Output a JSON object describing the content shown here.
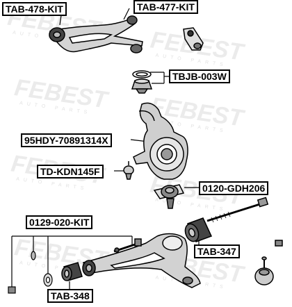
{
  "watermark": {
    "brand": "FEBEST",
    "tagline": "AUTO PARTS"
  },
  "callouts": [
    {
      "id": "tab478",
      "text": "TAB-478-KIT"
    },
    {
      "id": "tab477",
      "text": "TAB-477-KIT"
    },
    {
      "id": "tbjb003w",
      "text": "TBJB-003W"
    },
    {
      "id": "hdy",
      "text": "95HDY-70891314X"
    },
    {
      "id": "tdkdn",
      "text": "TD-KDN145F"
    },
    {
      "id": "gdh206",
      "text": "0120-GDH206"
    },
    {
      "id": "kit0129",
      "text": "0129-020-KIT"
    },
    {
      "id": "tab347",
      "text": "TAB-347"
    },
    {
      "id": "tab348",
      "text": "TAB-348"
    }
  ]
}
